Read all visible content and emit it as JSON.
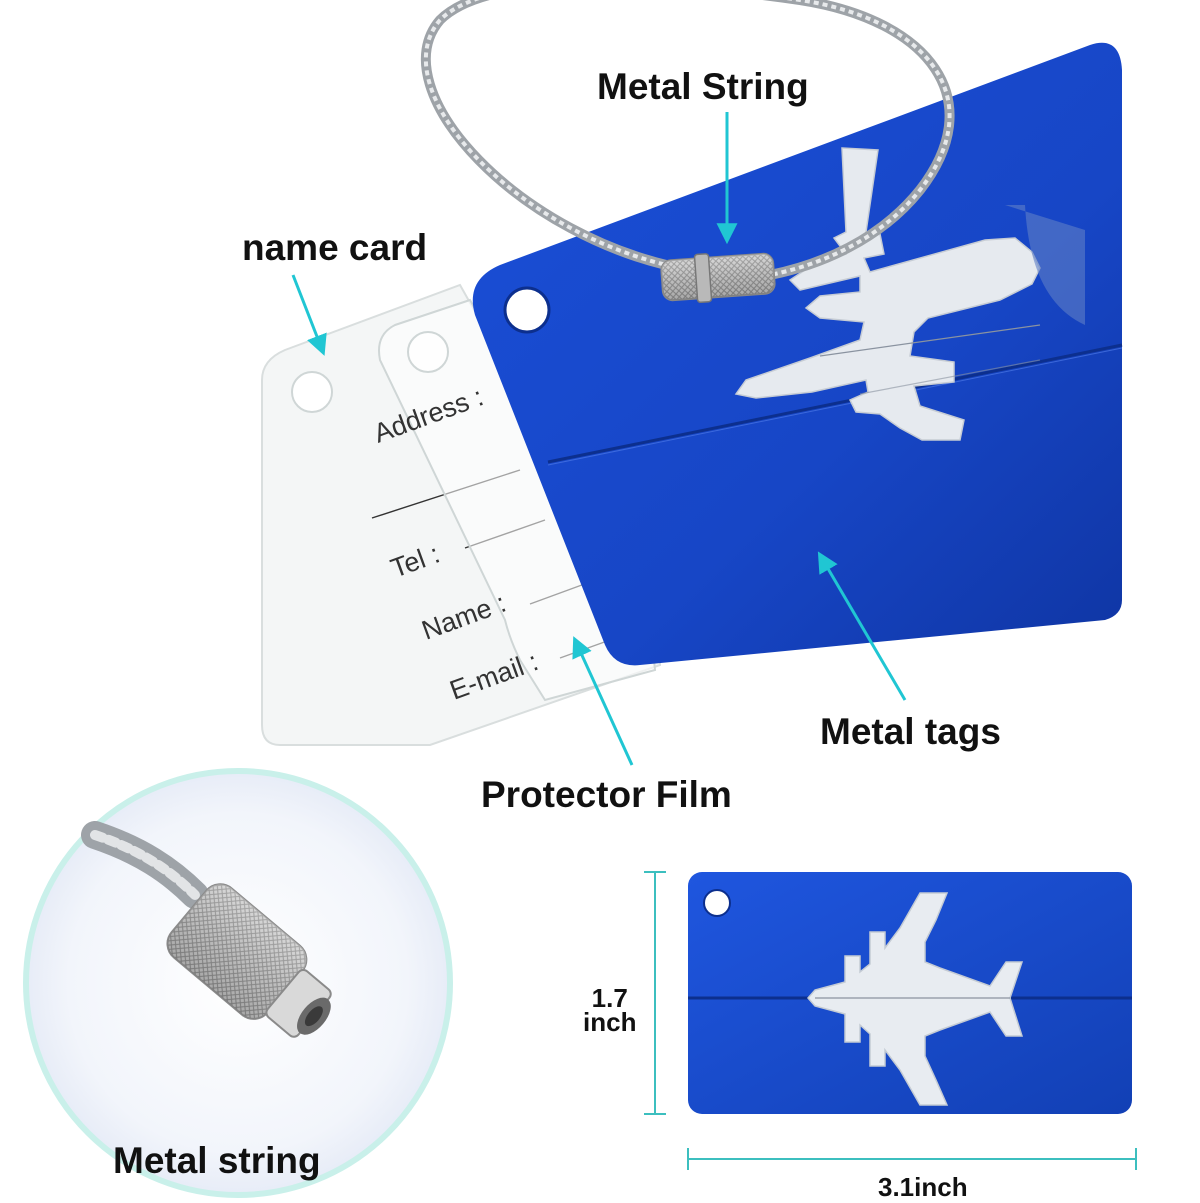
{
  "callouts": {
    "metal_string_top": "Metal String",
    "name_card": "name card",
    "metal_tags": "Metal tags",
    "protector_film": "Protector Film",
    "metal_string_bottom": "Metal string"
  },
  "name_card_fields": {
    "address": "Address :",
    "tel": "Tel :",
    "name": "Name :",
    "email": "E-mail :"
  },
  "dimensions": {
    "height_value": "1.7",
    "height_unit": "inch",
    "width": "3.1inch"
  },
  "colors": {
    "tag_blue": "#1746c6",
    "tag_blue_dark": "#0f35a3",
    "arrow_cyan": "#20c6d3",
    "dimension_teal": "#3cbfbf",
    "card_white": "#f4f6f6"
  },
  "icons": [
    "airplane-cutout-icon",
    "arrow-icon",
    "metal-ring-icon",
    "screw-lock-icon"
  ]
}
